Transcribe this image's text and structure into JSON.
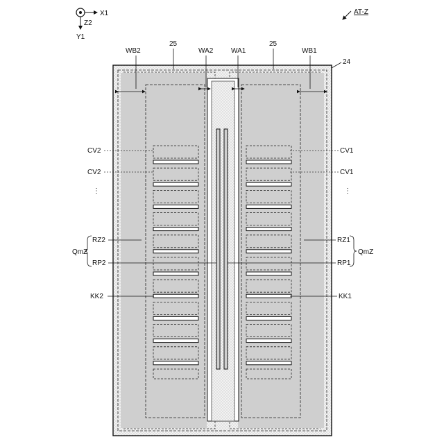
{
  "axes": {
    "x": "X1",
    "z": "Z2",
    "y": "Y1"
  },
  "view_label": "AT-Z",
  "ref_labels": {
    "outer_region": "24",
    "region_left": "25",
    "region_right": "25",
    "wb2": "WB2",
    "wa2": "WA2",
    "wa1": "WA1",
    "wb1": "WB1",
    "cv2_a": "CV2",
    "cv2_b": "CV2",
    "cv1_a": "CV1",
    "cv1_b": "CV1",
    "rz2": "RZ2",
    "rp2": "RP2",
    "rz1": "RZ1",
    "rp1": "RP1",
    "qmz_left": "QmZ",
    "qmz_right": "QmZ",
    "kk2": "KK2",
    "kk1": "KK1"
  },
  "ellipsis": "⋮",
  "colors": {
    "shade": "#cfcfcf",
    "stipple": "#ececec",
    "line": "#222222",
    "white": "#ffffff"
  }
}
